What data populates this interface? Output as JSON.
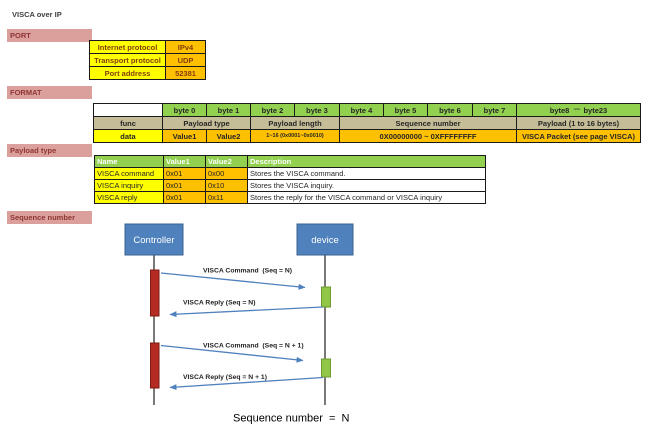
{
  "title": "VISCA over IP",
  "colors": {
    "section_label_bg": "#dca09c",
    "section_label_text": "#8e3634",
    "yellow": "#ffff00",
    "orange": "#ffc000",
    "green": "#92d050",
    "tan": "#c4bd97",
    "actor_blue": "#4f81bd",
    "activation_red": "#b52a22",
    "activation_green": "#92c646",
    "arrow_blue": "#4f81bd"
  },
  "sections": {
    "port": {
      "label": "PORT",
      "rows": [
        {
          "name": "Internet protocol",
          "value": "IPv4"
        },
        {
          "name": "Transport protocol",
          "value": "UDP"
        },
        {
          "name": "Port address",
          "value": "52381"
        }
      ]
    },
    "format": {
      "label": "FORMAT",
      "byte_headers": [
        "byte 0",
        "byte 1",
        "byte 2",
        "byte 3",
        "byte 4",
        "byte 5",
        "byte 6",
        "byte 7"
      ],
      "byte_range": {
        "start": "byte8",
        "separator": "~~~",
        "end": "byte23"
      },
      "func_row": {
        "label": "func",
        "payload_type": "Payload type",
        "payload_length": "Payload length",
        "sequence_number": "Sequence number",
        "payload": "Payload (1 to 16 bytes)"
      },
      "data_row": {
        "label": "data",
        "value1": "Value1",
        "value2": "Value2",
        "length_range": "1~16 (0x0001~0x0010)",
        "sequence_range": "0X00000000 ~ 0XFFFFFFFF",
        "packet": "VISCA Packet (see page VISCA)"
      }
    },
    "payload_type": {
      "label": "Payload type",
      "headers": [
        "Name",
        "Value1",
        "Value2",
        "Description"
      ],
      "rows": [
        {
          "name": "VISCA command",
          "value1": "0x01",
          "value2": "0x00",
          "description": "Stores the VISCA command."
        },
        {
          "name": "VISCA inquiry",
          "value1": "0x01",
          "value2": "0x10",
          "description": "Stores the VISCA inquiry."
        },
        {
          "name": "VISCA reply",
          "value1": "0x01",
          "value2": "0x11",
          "description": "Stores the reply for the VISCA command or VISCA inquiry"
        }
      ]
    },
    "sequence_number": {
      "label": "Sequence number",
      "actors": {
        "controller": "Controller",
        "device": "device"
      },
      "messages": {
        "command_n": "VISCA Command  (Seq = N)",
        "reply_n": "VISCA Reply (Seq = N)",
        "command_n1": "VISCA Command  (Seq = N + 1)",
        "reply_n1": "VISCA Reply (Seq = N + 1)"
      },
      "caption": "Sequence number  =  N"
    }
  }
}
